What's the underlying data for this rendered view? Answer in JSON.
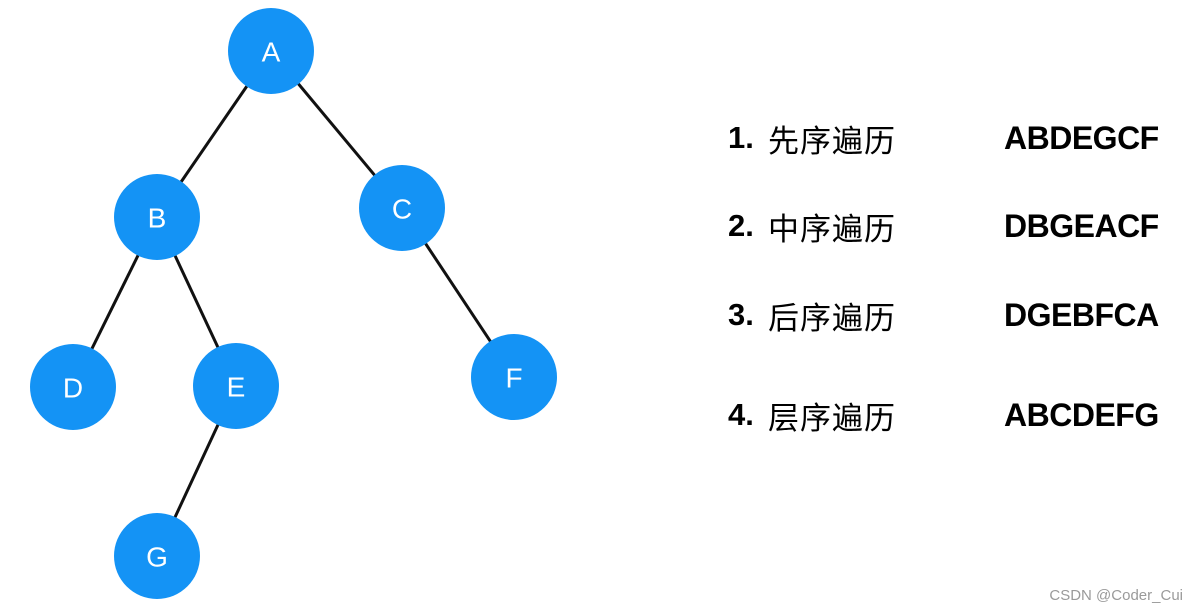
{
  "tree": {
    "nodes": [
      {
        "id": "A",
        "label": "A"
      },
      {
        "id": "B",
        "label": "B"
      },
      {
        "id": "C",
        "label": "C"
      },
      {
        "id": "D",
        "label": "D"
      },
      {
        "id": "E",
        "label": "E"
      },
      {
        "id": "F",
        "label": "F"
      },
      {
        "id": "G",
        "label": "G"
      }
    ],
    "edges": [
      {
        "from": "A",
        "to": "B"
      },
      {
        "from": "A",
        "to": "C"
      },
      {
        "from": "B",
        "to": "D"
      },
      {
        "from": "B",
        "to": "E"
      },
      {
        "from": "C",
        "to": "F"
      },
      {
        "from": "E",
        "to": "G"
      }
    ],
    "node_color": "#1493f5",
    "edge_color": "#111111"
  },
  "traversals": [
    {
      "number": "1.",
      "name": "先序遍历",
      "sequence": "ABDEGCF"
    },
    {
      "number": "2.",
      "name": "中序遍历",
      "sequence": "DBGEACF"
    },
    {
      "number": "3.",
      "name": "后序遍历",
      "sequence": "DGEBFCA"
    },
    {
      "number": "4.",
      "name": "层序遍历",
      "sequence": "ABCDEFG"
    }
  ],
  "watermark": "CSDN @Coder_Cui"
}
